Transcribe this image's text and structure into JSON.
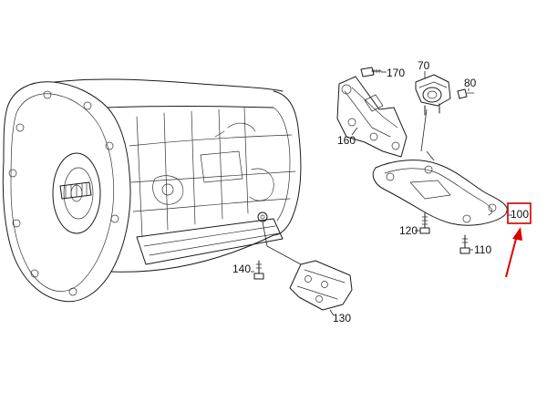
{
  "callouts": {
    "part_70": "70",
    "part_80": "80",
    "part_100": "100",
    "part_110": "110",
    "part_120": "120",
    "part_130": "130",
    "part_140": "140",
    "part_160": "160",
    "part_170": "170"
  },
  "highlight": {
    "part": "100",
    "box_color": "#cc0000",
    "arrow_color": "#dd0000"
  }
}
